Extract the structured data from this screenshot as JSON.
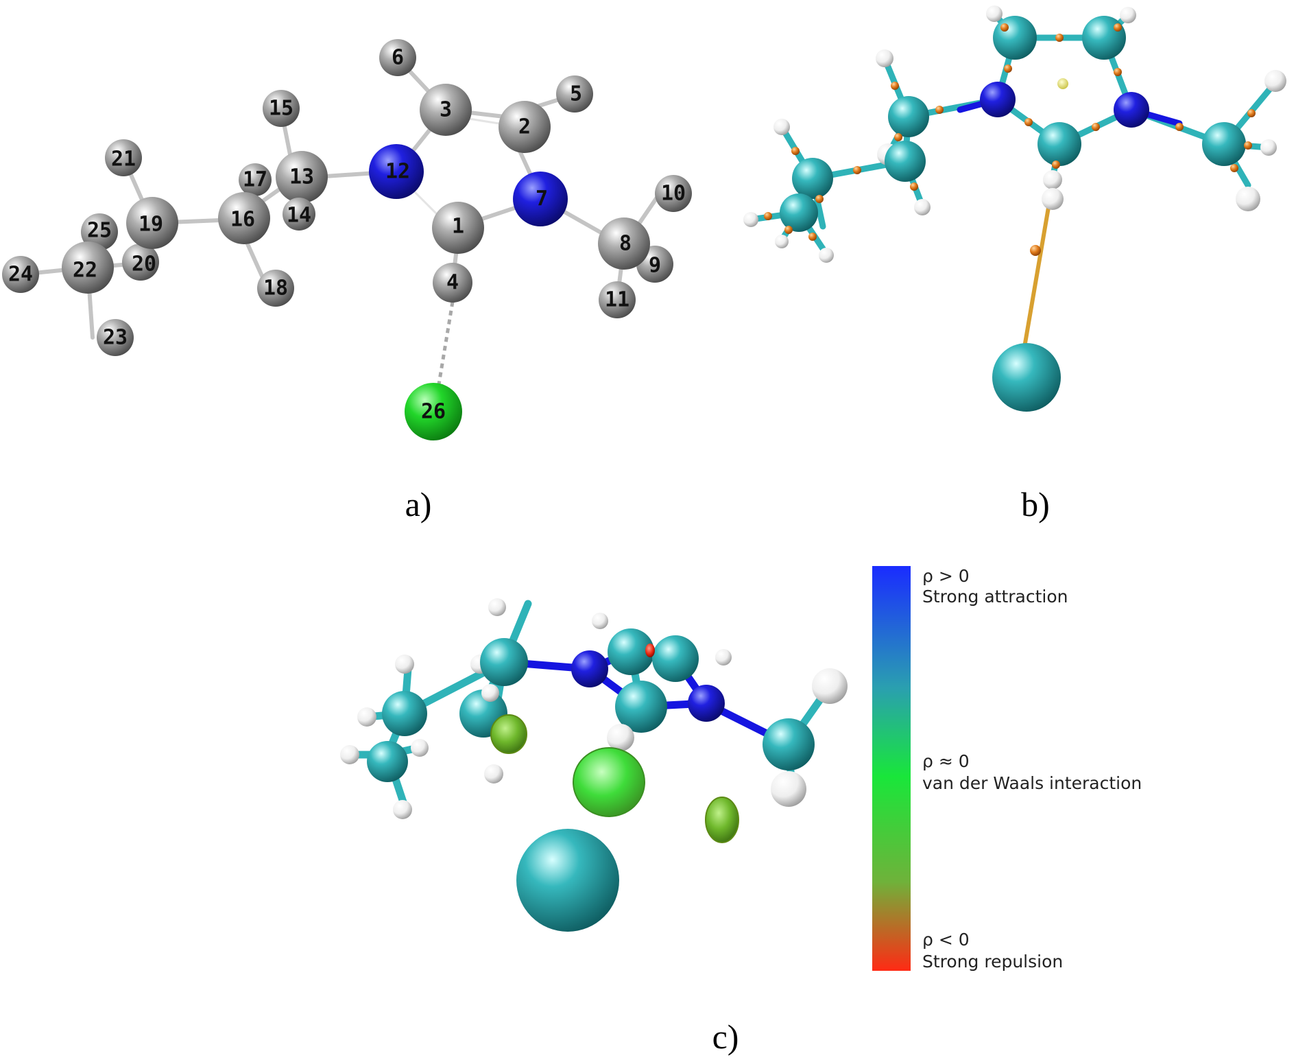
{
  "panels": {
    "a": {
      "label": "a)",
      "atoms": [
        {
          "id": "1",
          "element": "C"
        },
        {
          "id": "2",
          "element": "C"
        },
        {
          "id": "3",
          "element": "C"
        },
        {
          "id": "4",
          "element": "H"
        },
        {
          "id": "5",
          "element": "H"
        },
        {
          "id": "6",
          "element": "H"
        },
        {
          "id": "7",
          "element": "N"
        },
        {
          "id": "8",
          "element": "C"
        },
        {
          "id": "9",
          "element": "H"
        },
        {
          "id": "10",
          "element": "H"
        },
        {
          "id": "11",
          "element": "H"
        },
        {
          "id": "12",
          "element": "N"
        },
        {
          "id": "13",
          "element": "C"
        },
        {
          "id": "14",
          "element": "H"
        },
        {
          "id": "15",
          "element": "H"
        },
        {
          "id": "16",
          "element": "C"
        },
        {
          "id": "17",
          "element": "H"
        },
        {
          "id": "18",
          "element": "H"
        },
        {
          "id": "19",
          "element": "C"
        },
        {
          "id": "20",
          "element": "H"
        },
        {
          "id": "21",
          "element": "H"
        },
        {
          "id": "22",
          "element": "C"
        },
        {
          "id": "23",
          "element": "H"
        },
        {
          "id": "24",
          "element": "H"
        },
        {
          "id": "25",
          "element": "H"
        },
        {
          "id": "26",
          "element": "Cl"
        }
      ]
    },
    "b": {
      "label": "b)"
    },
    "c": {
      "label": "c)"
    }
  },
  "legend": {
    "entries": [
      {
        "symbol": "ρ  > 0",
        "description": "Strong attraction"
      },
      {
        "symbol": "ρ  ≈ 0",
        "description": "van der Waals interaction"
      },
      {
        "symbol": "ρ  < 0",
        "description": "Strong repulsion"
      }
    ],
    "gradient_colors": [
      "#1a2cff",
      "#2a9fb0",
      "#19e63a",
      "#6fb23a",
      "#ff2a14"
    ]
  },
  "colors": {
    "carbon_a": "#8a8a8a",
    "nitrogen_a": "#1b1bdc",
    "chlorine_a": "#22d62a",
    "carbon_bc": "#2fb3b8",
    "nitrogen_bc": "#1515e0",
    "hydrogen_bc": "#f0f0f0",
    "critical_point": "#e07a1a"
  }
}
